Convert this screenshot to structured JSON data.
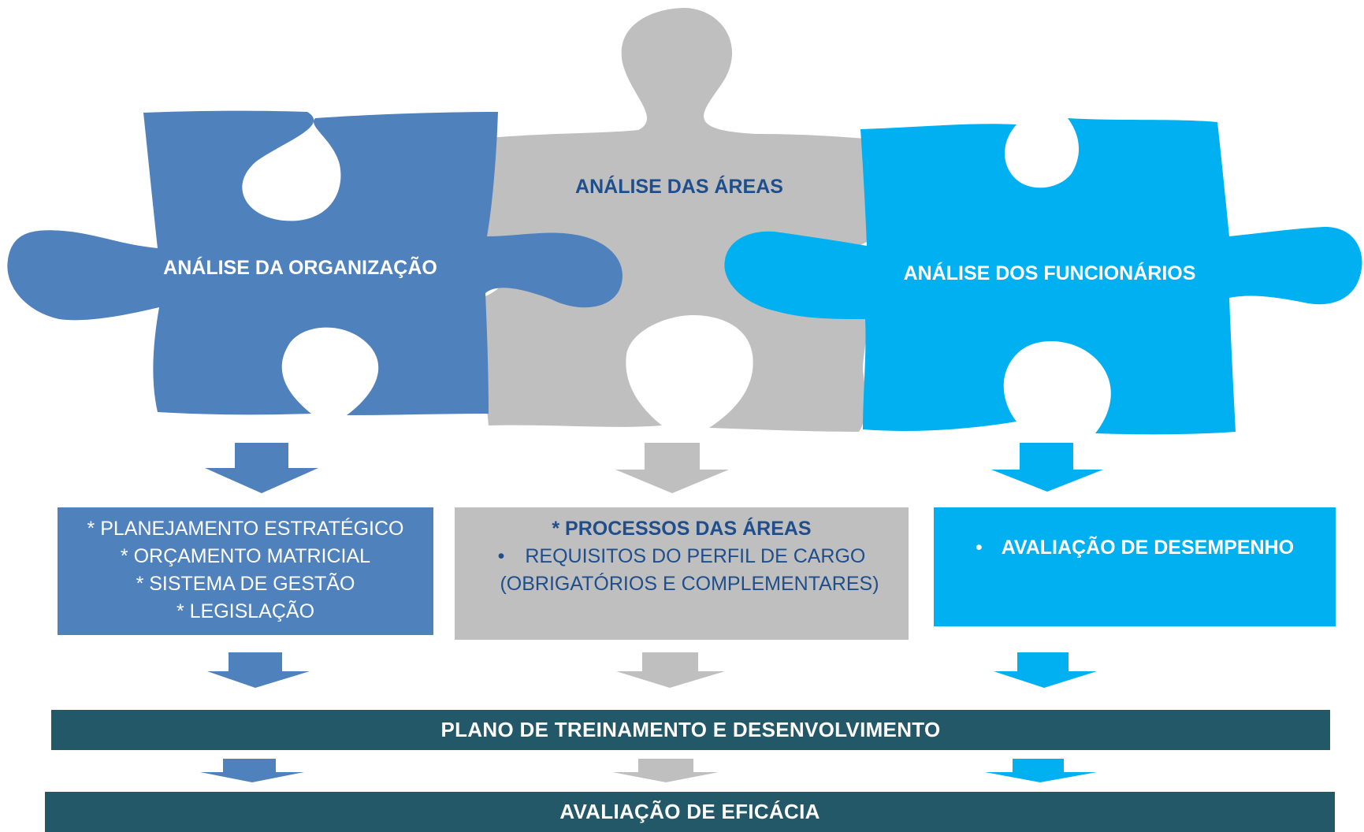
{
  "colors": {
    "blue": "#4f81bd",
    "gray": "#bfbfbf",
    "cyan": "#00b0f0",
    "band": "#235868",
    "gray_text": "#1f4e8c"
  },
  "pieces": {
    "organizacao": {
      "title": "ANÁLISE DA ORGANIZAÇÃO"
    },
    "areas": {
      "title": "ANÁLISE DAS ÁREAS"
    },
    "funcionarios": {
      "title": "ANÁLISE DOS FUNCIONÁRIOS"
    }
  },
  "boxes": {
    "organizacao": {
      "lines": [
        "* PLANEJAMENTO ESTRATÉGICO",
        "* ORÇAMENTO MATRICIAL",
        "* SISTEMA DE GESTÃO",
        "* LEGISLAÇÃO"
      ]
    },
    "areas": {
      "heading": "* PROCESSOS DAS ÁREAS",
      "bullet": "•",
      "lines": [
        "REQUISITOS DO PERFIL DE CARGO",
        "(OBRIGATÓRIOS E COMPLEMENTARES)"
      ]
    },
    "funcionarios": {
      "bullet": "•",
      "lines": [
        "AVALIAÇÃO DE DESEMPENHO"
      ]
    }
  },
  "bands": {
    "plano": "PLANO DE TREINAMENTO E DESENVOLVIMENTO",
    "avaliacao": "AVALIAÇÃO DE EFICÁCIA"
  }
}
